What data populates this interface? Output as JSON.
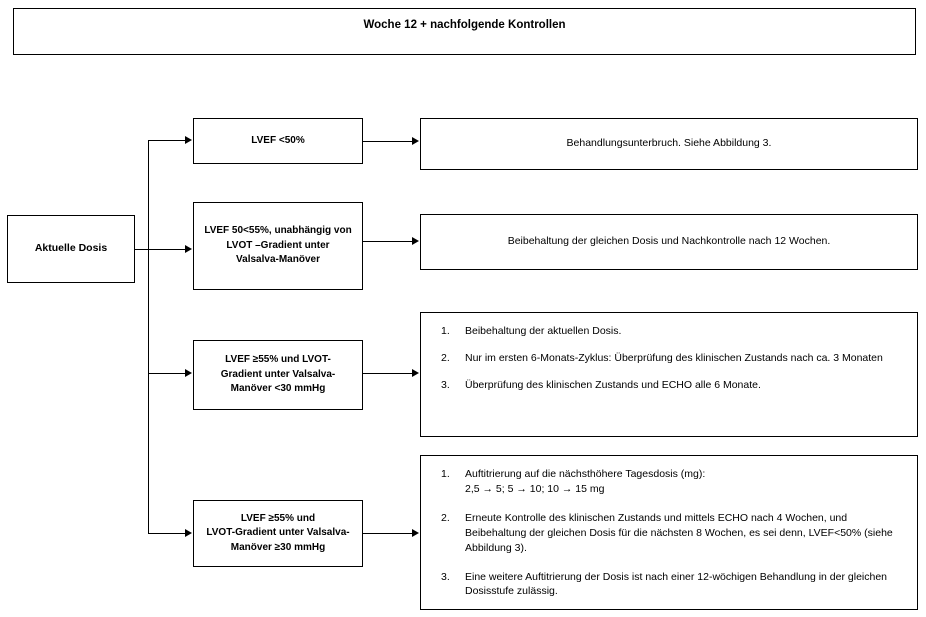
{
  "header": {
    "title": "Woche 12 + nachfolgende Kontrollen"
  },
  "source": {
    "label": "Aktuelle Dosis"
  },
  "criteria": [
    {
      "id": "lvef-lt-50",
      "label": "LVEF <50%"
    },
    {
      "id": "lvef-50-55",
      "label": "LVEF 50<55%, unabhängig von\nLVOT –Gradient unter\nValsalva-Manöver"
    },
    {
      "id": "lvef-ge-55-lvot-lt-30",
      "label": "LVEF ≥55% und  LVOT-\nGradient unter Valsalva-\nManöver <30 mmHg"
    },
    {
      "id": "lvef-ge-55-lvot-ge-30",
      "label": "LVEF ≥55% und\nLVOT-Gradient unter Valsalva-\nManöver ≥30 mmHg"
    }
  ],
  "outcomes": [
    {
      "id": "treatment-interruption",
      "type": "paragraph",
      "text": "Behandlungsunterbruch. Siehe Abbildung 3."
    },
    {
      "id": "maintain-dose",
      "type": "paragraph",
      "text": "Beibehaltung der gleichen Dosis und Nachkontrolle nach 12 Wochen."
    },
    {
      "id": "maintain-and-monitor",
      "type": "list",
      "items": [
        {
          "num": "1.",
          "text": "Beibehaltung der aktuellen Dosis."
        },
        {
          "num": "2.",
          "text": "Nur im ersten 6-Monats-Zyklus: Überprüfung des klinischen Zustands nach ca. 3 Monaten"
        },
        {
          "num": "3.",
          "text": "Überprüfung des klinischen Zustands und ECHO alle 6 Monate."
        }
      ]
    },
    {
      "id": "uptitration",
      "type": "list",
      "items": [
        {
          "num": "1.",
          "text": "Auftitrierung auf die nächsthöhere Tagesdosis (mg):\n2,5 → 5; 5 → 10; 10 → 15 mg"
        },
        {
          "num": "2.",
          "text": "Erneute Kontrolle des klinischen Zustands und mittels ECHO nach 4 Wochen, und Beibehaltung der gleichen Dosis für die nächsten 8 Wochen, es sei denn, LVEF<50% (siehe Abbildung 3)."
        },
        {
          "num": "3.",
          "text": "Eine weitere Auftitrierung der Dosis ist nach einer 12-wöchigen Behandlung in der gleichen Dosisstufe zulässig."
        }
      ]
    }
  ],
  "colors": {
    "border": "#000000",
    "background": "#ffffff",
    "text": "#000000"
  }
}
